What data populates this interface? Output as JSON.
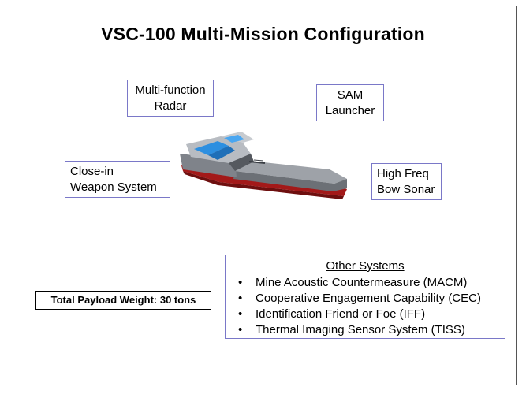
{
  "title": "VSC-100 Multi-Mission Configuration",
  "labels": {
    "radar": [
      "Multi-function",
      "Radar"
    ],
    "sam": [
      "SAM",
      "Launcher"
    ],
    "ciws": [
      "Close-in",
      "Weapon System"
    ],
    "sonar": [
      "High Freq",
      "Bow Sonar"
    ]
  },
  "payload": "Total Payload Weight: 30 tons",
  "other_systems": {
    "title": "Other Systems",
    "items": [
      "Mine Acoustic Countermeasure (MACM)",
      "Cooperative Engagement Capability (CEC)",
      "Identification Friend or Foe (IFF)",
      "Thermal Imaging Sensor System (TISS)"
    ]
  },
  "colors": {
    "label_border": "#7a78c8",
    "hull_gray": "#8f9399",
    "hull_red": "#a31919",
    "canopy_blue": "#2d8fe0"
  },
  "icons": {
    "ship": "stealth-ship-icon"
  }
}
